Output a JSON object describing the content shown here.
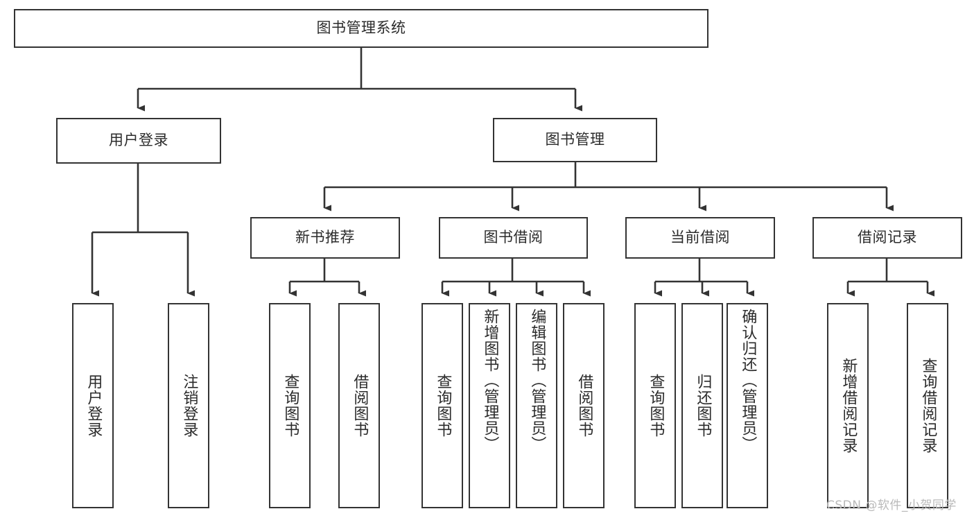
{
  "diagram": {
    "title_node": {
      "label": "图书管理系统"
    },
    "level2": [
      {
        "id": "user-login",
        "label": "用户登录"
      },
      {
        "id": "book-manage",
        "label": "图书管理"
      }
    ],
    "level3": [
      {
        "id": "new-book-recommend",
        "label": "新书推荐"
      },
      {
        "id": "book-borrow",
        "label": "图书借阅"
      },
      {
        "id": "current-borrow",
        "label": "当前借阅"
      },
      {
        "id": "borrow-record",
        "label": "借阅记录"
      }
    ],
    "leaves": {
      "user_login": [
        {
          "id": "leaf-user-login",
          "label": "用户登录"
        },
        {
          "id": "leaf-logout-login",
          "label": "注销登录"
        }
      ],
      "new_book_recommend": [
        {
          "id": "leaf-query-book-1",
          "label": "查询图书"
        },
        {
          "id": "leaf-borrow-book-1",
          "label": "借阅图书"
        }
      ],
      "book_borrow": [
        {
          "id": "leaf-query-book-2",
          "label": "查询图书"
        },
        {
          "id": "leaf-add-book",
          "label": "新增图书（管理员）"
        },
        {
          "id": "leaf-edit-book",
          "label": "编辑图书（管理员）"
        },
        {
          "id": "leaf-borrow-book-2",
          "label": "借阅图书"
        }
      ],
      "current_borrow": [
        {
          "id": "leaf-query-book-3",
          "label": "查询图书"
        },
        {
          "id": "leaf-return-book",
          "label": "归还图书"
        },
        {
          "id": "leaf-confirm-return",
          "label": "确认归还（管理员）"
        }
      ],
      "borrow_record": [
        {
          "id": "leaf-add-record",
          "label": "新增借阅记录"
        },
        {
          "id": "leaf-query-record",
          "label": "查询借阅记录"
        }
      ]
    }
  },
  "watermark": {
    "text": "CSDN @软件_小贺同学"
  },
  "colors": {
    "stroke": "#333333",
    "box_fill": "#ffffff",
    "text": "#2b2b2b",
    "watermark": "#b9b9b9",
    "canvas": "#ffffff"
  }
}
